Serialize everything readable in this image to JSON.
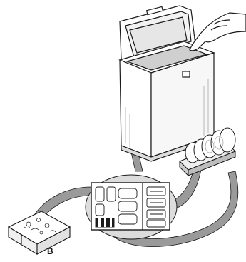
{
  "illustration": {
    "callout_label": "B",
    "colors": {
      "outline": "#1a1a1a",
      "ribbon": "#9a9a9a",
      "ribbon_dark": "#7a7a7a",
      "freezer_body": "#ffffff",
      "freezer_shade": "#c8c8c8",
      "compartment_bg": "#dcdcdc"
    },
    "icons": [
      "chest-freezer",
      "hand",
      "ice-pack-box",
      "plate-rack-tray",
      "freezer-layout-detail"
    ]
  }
}
